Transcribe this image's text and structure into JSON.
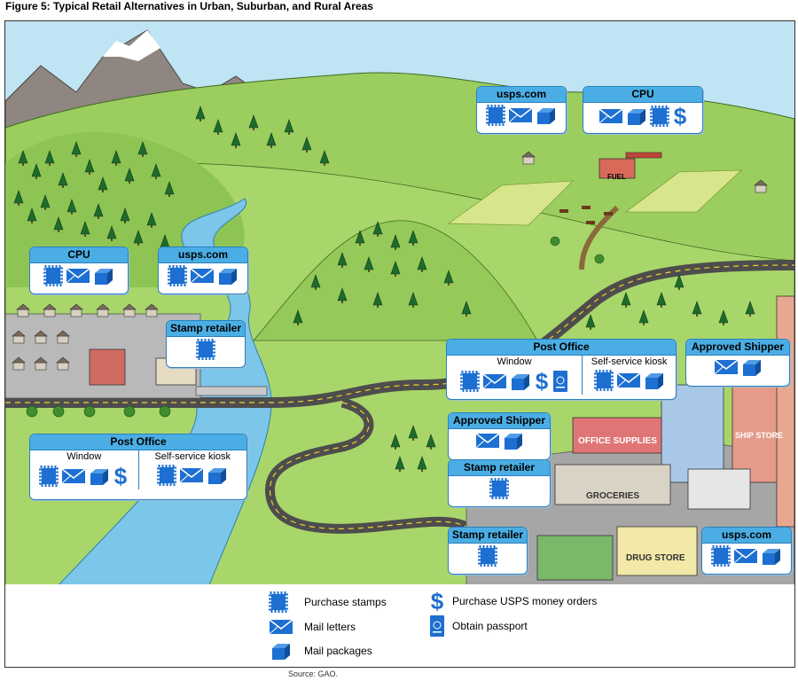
{
  "title": "Figure 5: Typical Retail Alternatives in Urban, Suburban, and Rural Areas",
  "source": "Source: GAO.",
  "boxes": {
    "rural_usps": {
      "title": "usps.com"
    },
    "rural_cpu": {
      "title": "CPU"
    },
    "sub_cpu": {
      "title": "CPU"
    },
    "sub_usps": {
      "title": "usps.com"
    },
    "sub_stamp": {
      "title": "Stamp retailer"
    },
    "sub_po": {
      "title": "Post Office",
      "col1": "Window",
      "col2": "Self-service kiosk"
    },
    "urb_po": {
      "title": "Post Office",
      "col1": "Window",
      "col2": "Self-service kiosk"
    },
    "urb_ship_left": {
      "title": "Approved Shipper"
    },
    "urb_stamp1": {
      "title": "Stamp retailer"
    },
    "urb_stamp2": {
      "title": "Stamp retailer"
    },
    "urb_ship_right": {
      "title": "Approved Shipper"
    },
    "urb_usps": {
      "title": "usps.com"
    }
  },
  "scene_labels": {
    "fuel": "FUEL",
    "office_supplies": "OFFICE SUPPLIES",
    "groceries": "GROCERIES",
    "drug_store": "DRUG STORE",
    "ship_store": "SHIP STORE"
  },
  "legend": {
    "stamps": "Purchase stamps",
    "letters": "Mail letters",
    "packages": "Mail packages",
    "money_orders": "Purchase USPS money orders",
    "passport": "Obtain passport"
  },
  "icons": [
    "stamp-icon",
    "envelope-icon",
    "package-icon",
    "dollar-icon",
    "passport-icon"
  ],
  "colors": {
    "box_header": "#4aaee4",
    "icon_blue": "#1d6fd1",
    "grass": "#a9d66b",
    "mountain": "#8a7f7a",
    "road": "#4d4d4d"
  }
}
